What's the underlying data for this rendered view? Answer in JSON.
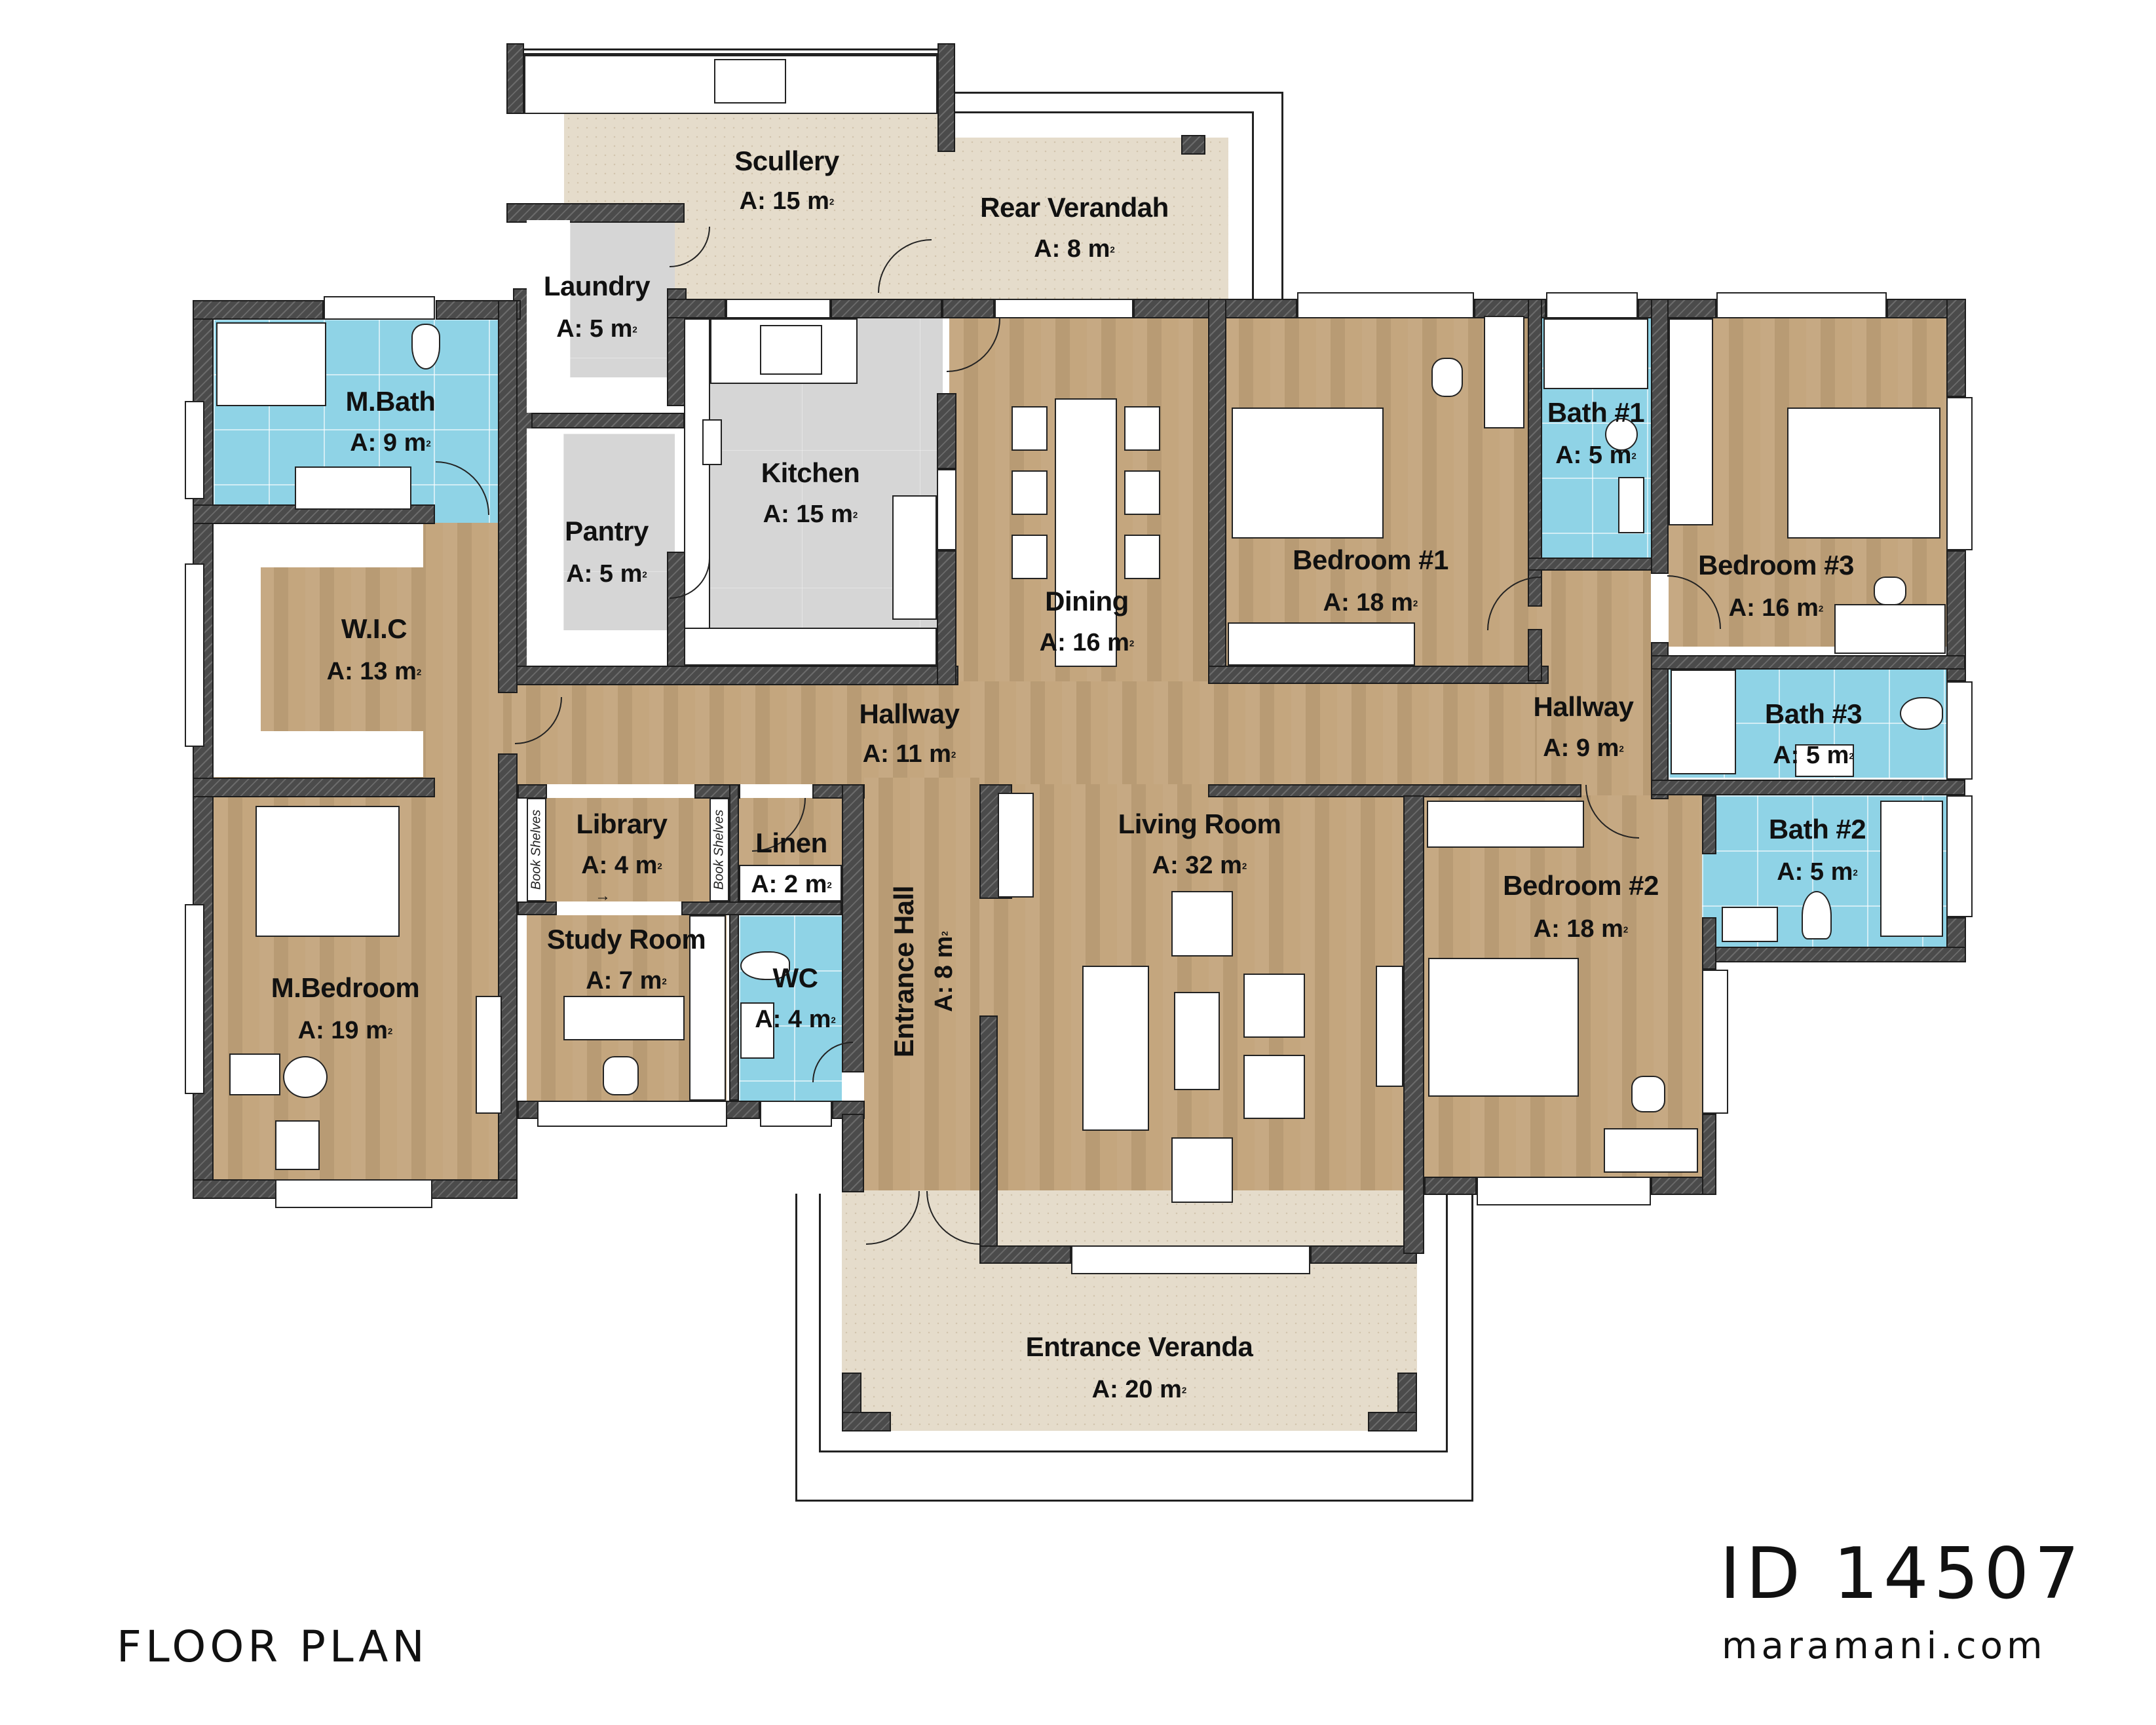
{
  "title": "FLOOR PLAN",
  "plan_id": "ID 14507",
  "website": "maramani.com",
  "area_prefix": "A:",
  "area_unit": "m",
  "area_exp": "2",
  "rooms": {
    "scullery": {
      "name": "Scullery",
      "area": "A: 15 m"
    },
    "rear_verandah": {
      "name": "Rear Verandah",
      "area": "A: 8 m"
    },
    "laundry": {
      "name": "Laundry",
      "area": "A: 5 m"
    },
    "m_bath": {
      "name": "M.Bath",
      "area": "A: 9 m"
    },
    "kitchen": {
      "name": "Kitchen",
      "area": "A: 15 m"
    },
    "pantry": {
      "name": "Pantry",
      "area": "A: 5 m"
    },
    "dining": {
      "name": "Dining",
      "area": "A: 16 m"
    },
    "bedroom_1": {
      "name": "Bedroom #1",
      "area": "A: 18 m"
    },
    "bath_1": {
      "name": "Bath #1",
      "area": "A: 5 m"
    },
    "bedroom_3": {
      "name": "Bedroom #3",
      "area": "A: 16 m"
    },
    "wic": {
      "name": "W.I.C",
      "area": "A: 13 m"
    },
    "hallway_main": {
      "name": "Hallway",
      "area": "A: 11 m"
    },
    "hallway_bedrooms": {
      "name": "Hallway",
      "area": "A: 9 m"
    },
    "bath_3": {
      "name": "Bath #3",
      "area": "A: 5 m"
    },
    "bath_2": {
      "name": "Bath #2",
      "area": "A: 5 m"
    },
    "library": {
      "name": "Library",
      "area": "A: 4 m"
    },
    "linen": {
      "name": "Linen",
      "area": "A: 2 m"
    },
    "living_room": {
      "name": "Living Room",
      "area": "A: 32 m"
    },
    "bedroom_2": {
      "name": "Bedroom #2",
      "area": "A: 18 m"
    },
    "study_room": {
      "name": "Study Room",
      "area": "A: 7 m"
    },
    "wc": {
      "name": "WC",
      "area": "A: 4 m"
    },
    "m_bedroom": {
      "name": "M.Bedroom",
      "area": "A: 19 m"
    },
    "entrance_hall": {
      "name": "Entrance Hall",
      "area": "A: 8 m"
    },
    "entrance_veranda": {
      "name": "Entrance Veranda",
      "area": "A: 20 m"
    }
  },
  "annotations": {
    "book_shelves_left": "Book Shelves",
    "book_shelves_right": "Book Shelves",
    "sliding_arrow": "→"
  },
  "colors": {
    "wood_floor": "#c2a37a",
    "bath_tile": "#8fd3e6",
    "marble_floor": "#d6d6d6",
    "veranda_terrazzo": "#e5dccb",
    "wall": "#4b4b4b"
  }
}
